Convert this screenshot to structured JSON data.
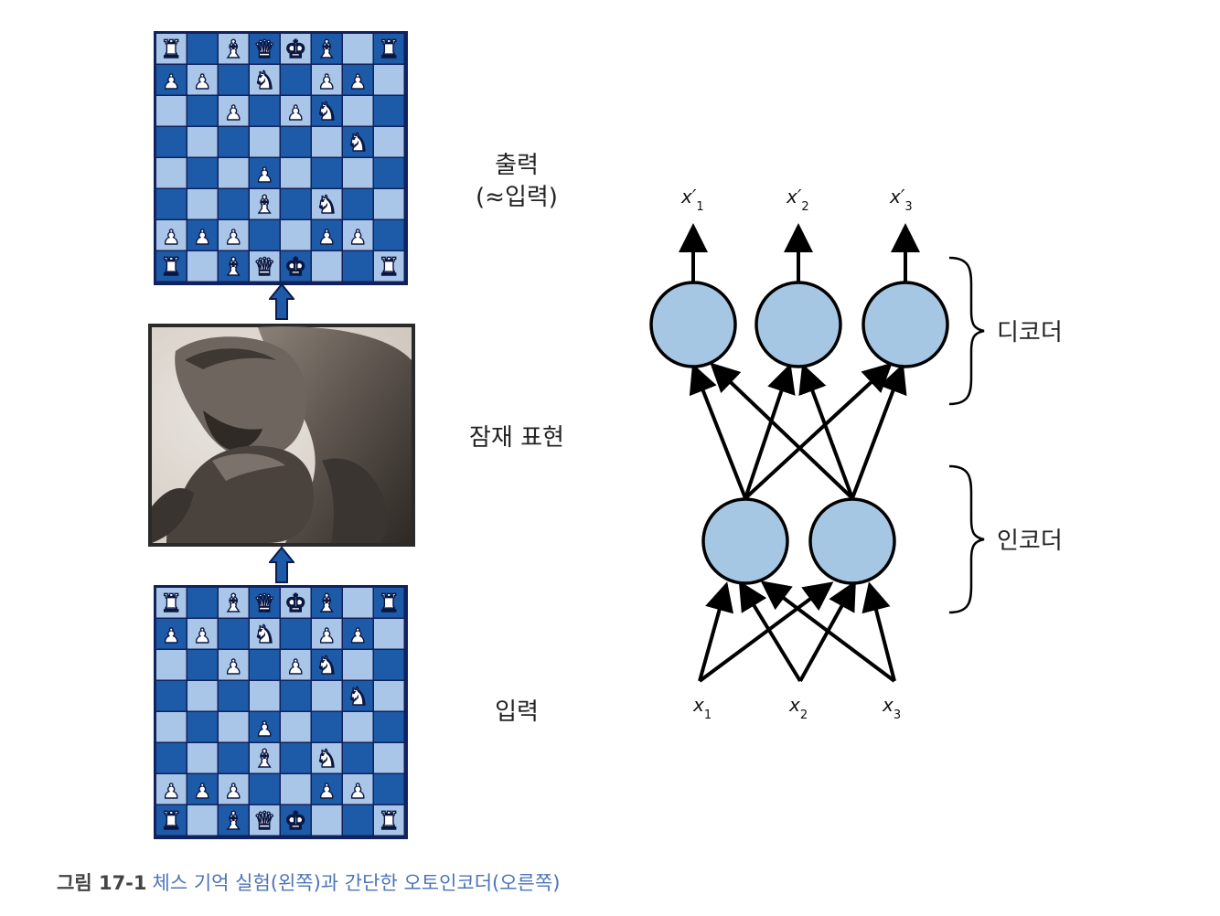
{
  "labels": {
    "output_line1": "출력",
    "output_line2": "(≈입력)",
    "latent": "잠재 표현",
    "input": "입력"
  },
  "network": {
    "inputs": [
      {
        "name": "x",
        "sub": "1"
      },
      {
        "name": "x",
        "sub": "2"
      },
      {
        "name": "x",
        "sub": "3"
      }
    ],
    "outputs": [
      {
        "name": "x′",
        "sub": "1"
      },
      {
        "name": "x′",
        "sub": "2"
      },
      {
        "name": "x′",
        "sub": "3"
      }
    ],
    "decoder_label": "디코더",
    "encoder_label": "인코더"
  },
  "caption": {
    "number": "그림 17-1",
    "text": "체스 기억 실험(왼쪽)과 간단한 오토인코더(오른쪽)"
  },
  "colors": {
    "dark_square": "#1d5aa8",
    "light_square": "#a9c6e8",
    "node_fill": "#a5c7e4",
    "frame": "#10215b",
    "caption_blue": "#4c74b9"
  },
  "chess": {
    "rows": [
      [
        "r",
        "",
        "b",
        "q",
        "k",
        "b",
        "",
        "r"
      ],
      [
        "p",
        "p",
        "",
        "n",
        "",
        "p",
        "p",
        ""
      ],
      [
        "",
        "",
        "p",
        "",
        "p",
        "n",
        "",
        ""
      ],
      [
        "",
        "",
        "",
        "",
        "",
        "",
        "n",
        ""
      ],
      [
        "",
        "",
        "",
        "p",
        "",
        "",
        "",
        ""
      ],
      [
        "",
        "",
        "",
        "b",
        "",
        "n",
        "",
        ""
      ],
      [
        "p",
        "p",
        "p",
        "",
        "",
        "p",
        "p",
        ""
      ],
      [
        "r",
        "",
        "b",
        "q",
        "k",
        "",
        "",
        "r"
      ]
    ]
  }
}
